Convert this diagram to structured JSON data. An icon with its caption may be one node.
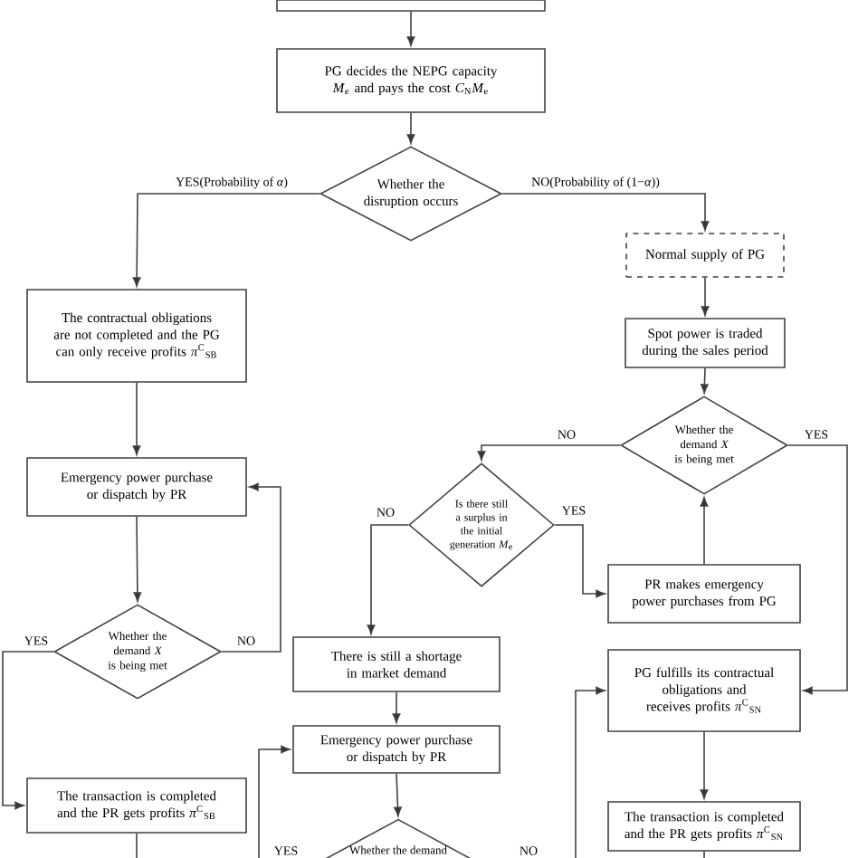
{
  "diagram": {
    "nodes": [
      {
        "text": [],
        "shape": "box"
      },
      {
        "text": [
          "PG decides the NEPG capacity *M*$_{e}$ and pays the cost *C*$_{N}$*M*$_{e}$"
        ]
      },
      {
        "text": [
          "Whether the disruption occurs"
        ]
      },
      {
        "text": [
          "Normal supply of PG"
        ]
      },
      {
        "text": [
          "The contractual obligations are not completed and the PG can only receive profits *π*$^{C}$$_{SB}$"
        ]
      },
      {
        "text": [
          "Spot power is traded during the sales period"
        ]
      },
      {
        "text": [
          "Emergency power purchase or dispatch by PR"
        ]
      },
      {
        "text": [
          "Whether the demand *X* is being met"
        ]
      },
      {
        "text": [
          "Is there still a surplus in the initial generation *M*$_{e}$"
        ]
      },
      {
        "text": [
          "Whether the demand *X* is being met"
        ]
      },
      {
        "text": [
          "PR makes emergency power purchases from PG"
        ]
      },
      {
        "text": [
          "There is still a shortage in market demand"
        ]
      },
      {
        "text": [
          "PG fulfills its contractual obligations and receives profits *π*$^{C}$$_{SN}$"
        ]
      },
      {
        "text": [
          "Emergency power purchase or dispatch by PR"
        ]
      },
      {
        "text": [
          "The transaction is completed and the PR gets profits *π*$^{C}$$_{SB}$"
        ]
      },
      {
        "text": [
          "The transaction is completed and the PR gets profits *π*$^{C}$$_{SN}$"
        ]
      },
      {
        "text": [
          "Whether the demand"
        ]
      }
    ],
    "edges": [
      {
        "from": 0,
        "to": 1,
        "arrow": "to"
      },
      {
        "from": 1,
        "to": 2,
        "arrow": "to"
      },
      {
        "from": 2,
        "to": 4,
        "arrow": "to",
        "label": "YES(Probability of *α*)"
      },
      {
        "from": 2,
        "to": 3,
        "arrow": "to",
        "label": "NO(Probability of (1−*α*))"
      },
      {
        "from": 3,
        "to": 5,
        "arrow": "to"
      },
      {
        "from": 5,
        "to": 7,
        "arrow": "to"
      },
      {
        "from": 7,
        "to": 8,
        "arrow": "to",
        "label": "NO"
      },
      {
        "from": 7,
        "to": 12,
        "arrow": "to",
        "label": "YES"
      },
      {
        "from": 8,
        "to": 10,
        "arrow": "to",
        "label": "YES"
      },
      {
        "from": 8,
        "to": 11,
        "arrow": "to",
        "label": "NO"
      },
      {
        "from": 10,
        "to": 7,
        "arrow": "to"
      },
      {
        "from": 4,
        "to": 6,
        "arrow": "to"
      },
      {
        "from": 6,
        "to": 9,
        "arrow": "to"
      },
      {
        "from": 9,
        "to": 6,
        "arrow": "to",
        "label": "NO"
      },
      {
        "from": 9,
        "to": 14,
        "arrow": "to",
        "label": "YES"
      },
      {
        "from": 11,
        "to": 13,
        "arrow": "to"
      },
      {
        "from": 13,
        "to": 16,
        "arrow": "to"
      },
      {
        "from": null,
        "to": 12,
        "arrow": "to"
      },
      {
        "from": null,
        "to": 13,
        "arrow": "to"
      },
      {
        "from": 12,
        "to": 15,
        "arrow": "to"
      },
      {
        "from": 14,
        "to": null,
        "arrow": "none"
      },
      {
        "from": 15,
        "to": null,
        "arrow": "none"
      }
    ],
    "labels": [
      "YES",
      "NO"
    ]
  }
}
